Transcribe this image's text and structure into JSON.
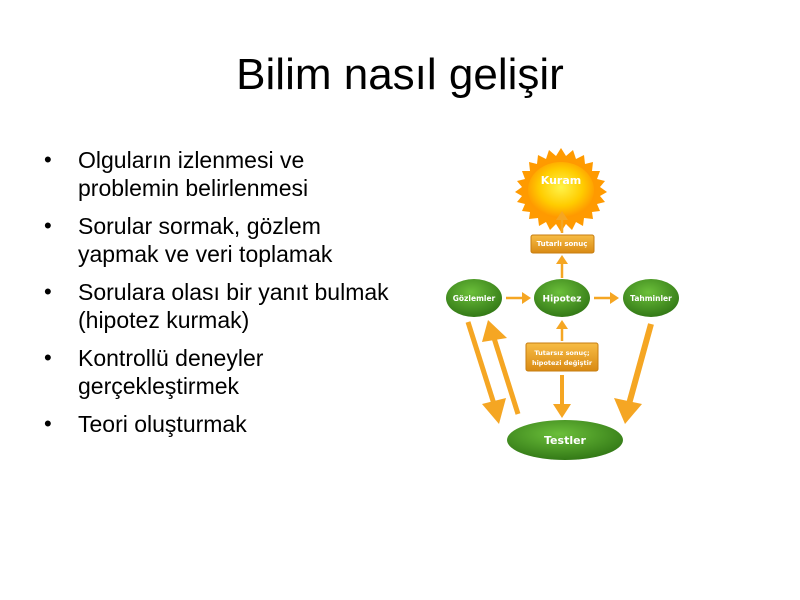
{
  "slide": {
    "title": "Bilim nasıl gelişir",
    "bullets": [
      "Olguların izlenmesi ve problemin belirlenmesi",
      "Sorular sormak, gözlem yapmak ve veri toplamak",
      "Sorulara olası bir yanıt bulmak (hipotez kurmak)",
      "Kontrollü deneyler gerçekleştirmek",
      "Teori oluşturmak"
    ]
  },
  "diagram": {
    "nodes": {
      "kuram": "Kuram",
      "gozlemler": "Gözlemler",
      "hipotez": "Hipotez",
      "tahminler": "Tahminler",
      "testler": "Testler"
    },
    "boxes": {
      "consistent": "Tutarlı sonuç",
      "inconsistent_line1": "Tutarsız sonuç;",
      "inconsistent_line2": "hipotezi değiştir"
    },
    "colors": {
      "node_green": "#3f8a1f",
      "arrow_orange": "#f5a623",
      "box_orange": "#e8a12a",
      "sun_yellow": "#ffcc00",
      "sun_orange": "#ff8a00"
    }
  }
}
